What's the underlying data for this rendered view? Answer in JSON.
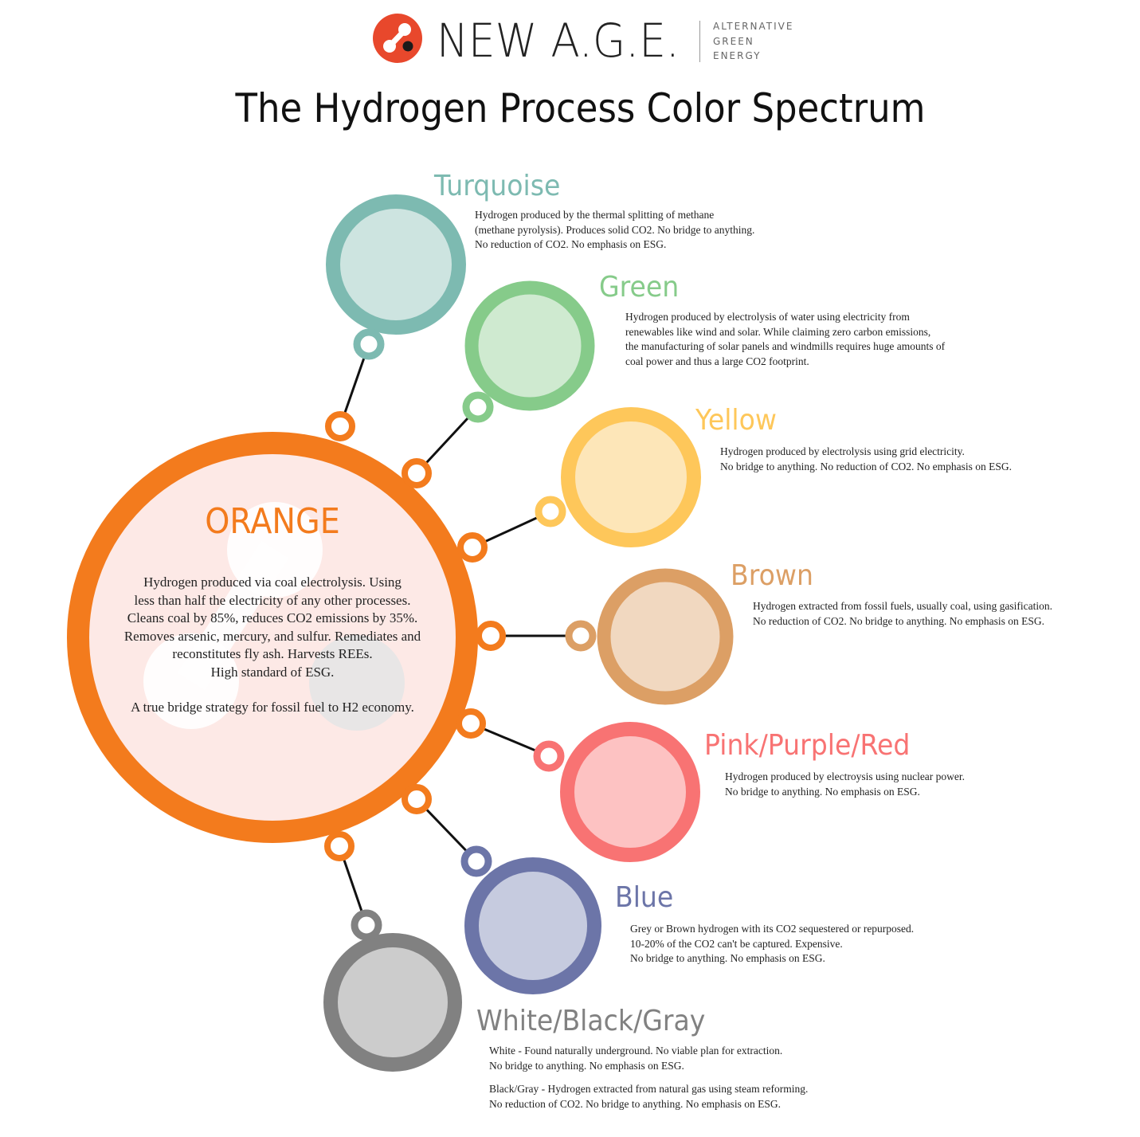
{
  "header": {
    "logo": {
      "icon": "hydrogen-molecule-logo-icon",
      "icon_color": "#e8482c",
      "brand_name": "NEW A.G.E.",
      "tagline": [
        "ALTERNATIVE",
        "GREEN",
        "ENERGY"
      ]
    },
    "title": "The Hydrogen Process Color Spectrum"
  },
  "hub": {
    "title": "ORANGE",
    "color": "#f37b1d",
    "fill": "#fde9e6",
    "lines": [
      "Hydrogen produced via coal electrolysis. Using",
      "less than half the electricity of any other processes.",
      "Cleans coal by 85%, reduces CO2 emissions by 35%.",
      "Removes arsenic, mercury, and sulfur.  Remediates and",
      "reconstitutes fly ash.  Harvests REEs.",
      "High standard of ESG."
    ],
    "tagline": "A true bridge strategy for fossil fuel to H2 economy."
  },
  "categories": [
    {
      "name": "Turquoise",
      "color": "#7dbab1",
      "fill": "#cde4e0",
      "lines": [
        "Hydrogen produced by the thermal splitting of methane",
        "(methane pyrolysis). Produces solid CO2. No bridge to anything.",
        "No reduction of CO2. No emphasis on ESG."
      ]
    },
    {
      "name": "Green",
      "color": "#86cb8a",
      "fill": "#cfead0",
      "lines": [
        "Hydrogen produced by electrolysis of water using electricity from",
        "renewables like wind and solar. While claiming zero carbon emissions,",
        "the manufacturing of solar panels and windmills requires huge amounts of",
        "coal power and thus a large CO2 footprint."
      ]
    },
    {
      "name": "Yellow",
      "color": "#fec75a",
      "fill": "#fde6b8",
      "lines": [
        "Hydrogen produced by electrolysis using grid electricity.",
        "No bridge to anything. No reduction of CO2. No emphasis on ESG."
      ]
    },
    {
      "name": "Brown",
      "color": "#dc9f65",
      "fill": "#f1d8c0",
      "lines": [
        "Hydrogen extracted from fossil fuels, usually coal,  using gasification.",
        "No reduction of CO2. No bridge to anything. No emphasis on ESG."
      ]
    },
    {
      "name": "Pink/Purple/Red",
      "color": "#f87373",
      "fill": "#fdc2c2",
      "lines": [
        "Hydrogen produced by electroysis using nuclear power.",
        "No bridge to anything. No emphasis on ESG."
      ]
    },
    {
      "name": "Blue",
      "color": "#6c75a8",
      "fill": "#c6cbdf",
      "lines": [
        "Grey or Brown hydrogen with its CO2 sequestered or repurposed.",
        "10-20% of the CO2 can't be captured. Expensive.",
        "No bridge to anything. No emphasis on ESG."
      ]
    },
    {
      "name": "White/Black/Gray",
      "color": "#818181",
      "fill": "#cccccc",
      "lines": [
        "White - Found naturally underground. No viable plan for extraction.",
        "No bridge to anything. No emphasis on ESG.",
        "Black/Gray - Hydrogen extracted from natural gas using steam reforming.",
        "No reduction of CO2. No bridge to anything. No emphasis on ESG."
      ]
    }
  ]
}
